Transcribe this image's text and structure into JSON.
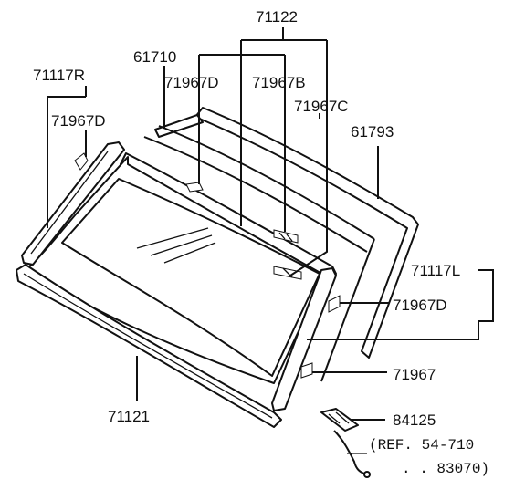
{
  "labels": {
    "p71122": "71122",
    "p61710": "61710",
    "p71117R": "71117R",
    "p71967D_top": "71967D",
    "p71967B": "71967B",
    "p71967C": "71967C",
    "p61793": "61793",
    "p71967D_left": "71967D",
    "p71117L": "71117L",
    "p71967D_right": "71967D",
    "p71967": "71967",
    "p84125": "84125",
    "p71121": "71121",
    "ref_line1": "(REF. 54-710",
    "ref_line2": ". . 83070)"
  },
  "colors": {
    "line": "#111111",
    "background": "#ffffff"
  }
}
